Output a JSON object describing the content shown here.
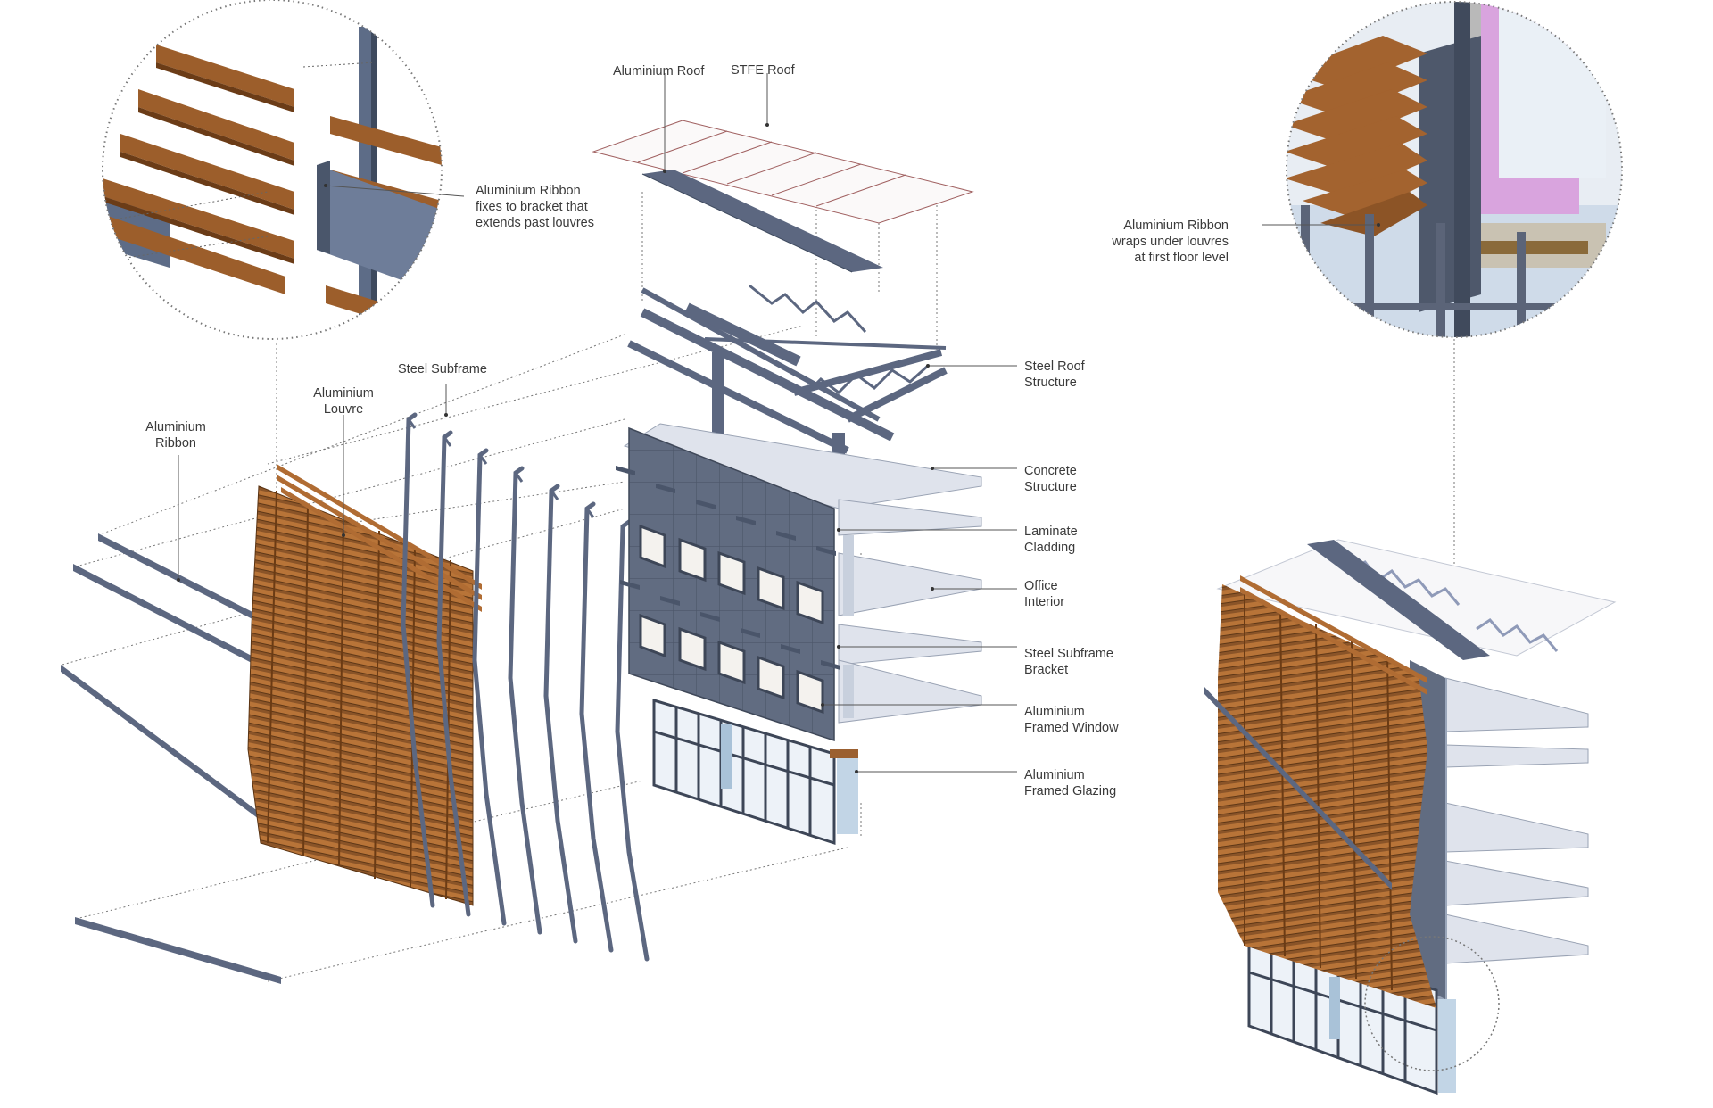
{
  "labels": {
    "aluminium_ribbon_fixes": "Aluminium Ribbon\nfixes to bracket that\nextends past louvres",
    "aluminium_roof": "Aluminium Roof",
    "stfe_roof": "STFE Roof",
    "aluminium_ribbon_wraps": "Aluminium Ribbon\nwraps under louvres\nat first floor level",
    "steel_subframe": "Steel Subframe",
    "aluminium_louvre": "Aluminium\nLouvre",
    "aluminium_ribbon": "Aluminium\nRibbon",
    "steel_roof_structure": "Steel Roof\nStructure",
    "concrete_structure": "Concrete\nStructure",
    "laminate_cladding": "Laminate\nCladding",
    "office_interior": "Office\nInterior",
    "steel_subframe_bracket": "Steel Subframe\nBracket",
    "aluminium_framed_window": "Aluminium\nFramed Window",
    "aluminium_framed_glazing": "Aluminium\nFramed Glazing"
  },
  "colors": {
    "timber": "#9a5f2e",
    "timber_light": "#c07a3f",
    "steel": "#5f6b80",
    "steel_dark": "#3d4657",
    "slab": "#dde2ec",
    "glass": "#c9d6e6",
    "insulation": "#e0a8e4",
    "leader": "#555555"
  }
}
